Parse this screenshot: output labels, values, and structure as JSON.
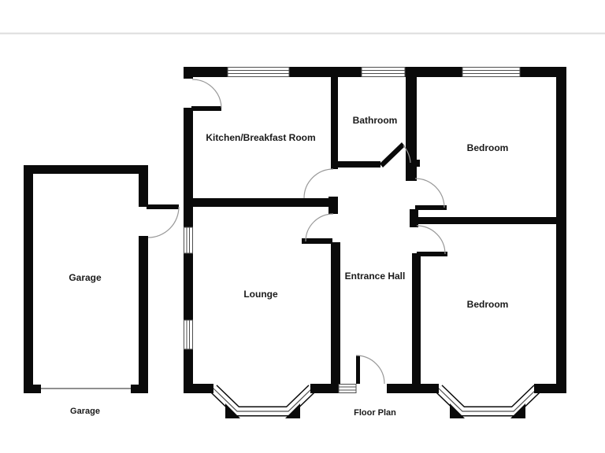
{
  "floor_plan": {
    "title": "Floor Plan",
    "rooms": [
      {
        "id": "garage",
        "label": "Garage"
      },
      {
        "id": "kitchen-breakfast-room",
        "label": "Kitchen/Breakfast Room"
      },
      {
        "id": "bathroom",
        "label": "Bathroom"
      },
      {
        "id": "bedroom-rear",
        "label": "Bedroom"
      },
      {
        "id": "lounge",
        "label": "Lounge"
      },
      {
        "id": "entrance-hall",
        "label": "Entrance Hall"
      },
      {
        "id": "bedroom-front",
        "label": "Bedroom"
      }
    ],
    "captions": {
      "garage": "Garage",
      "floor_plan": "Floor Plan"
    },
    "colors": {
      "wall": "#0a0a0a",
      "window_frame": "#4d4d4d",
      "door_arc": "#999999",
      "background": "#ffffff",
      "text": "#1a1a1a",
      "separator": "#dddddd"
    }
  }
}
